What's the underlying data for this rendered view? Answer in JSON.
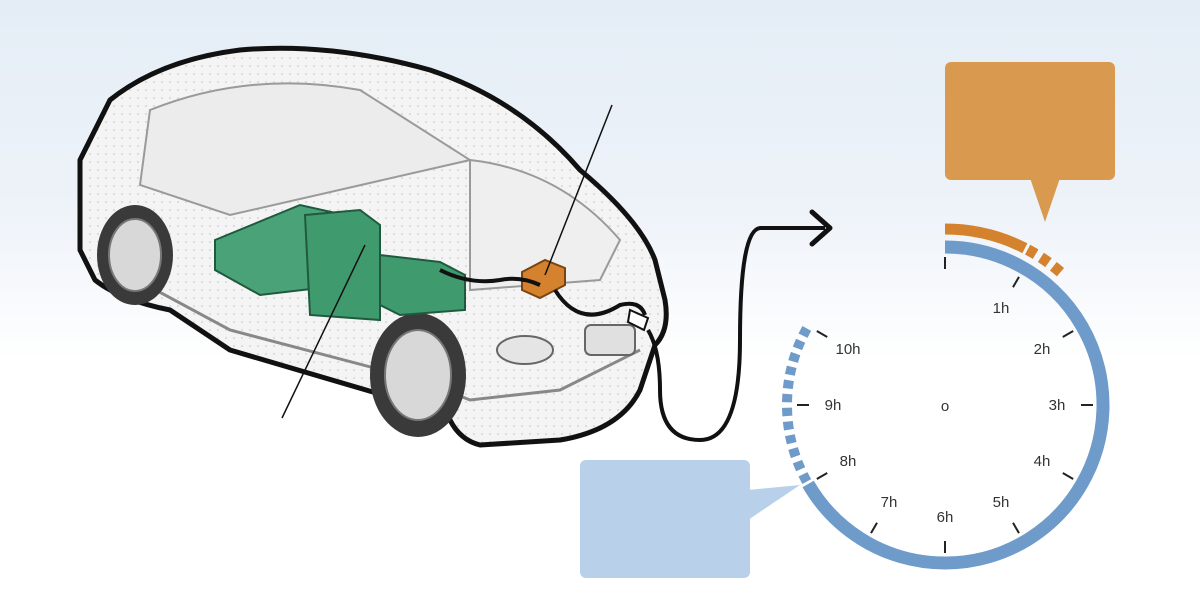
{
  "colors": {
    "charge_accent": "#d4822e",
    "callout_orange": "#d99a50",
    "clock_blue": "#6f9bca",
    "callout_blue": "#b9d0ea",
    "battery_green": "#3f9a6e"
  },
  "clock": {
    "center_label": "o",
    "hour_labels": [
      "1h",
      "2h",
      "3h",
      "4h",
      "5h",
      "6h",
      "7h",
      "8h",
      "9h",
      "10h"
    ],
    "blue_charge_hours_solid": 8,
    "blue_charge_hours_dashed_to": 10,
    "orange_charge_hours_solid": 0.9,
    "orange_charge_hours_dashed_to": 1.4
  }
}
